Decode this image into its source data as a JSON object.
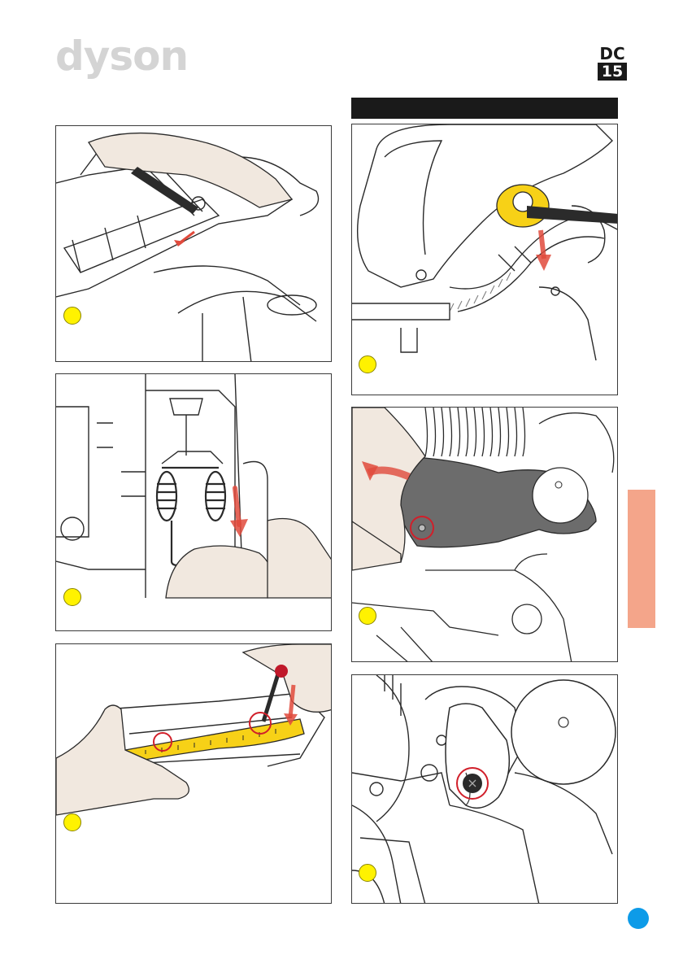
{
  "brand": {
    "logo_text": "dyson",
    "logo_color": "#d4d4d4"
  },
  "model": {
    "line1": "DC",
    "line2": "15"
  },
  "colors": {
    "section_bar": "#1a1a1a",
    "step_marker": "#fff200",
    "side_tab": "#f4a58a",
    "page_marker": "#0d9be8",
    "highlight_circle": "#d11f2a",
    "arrow": "#e04a3c",
    "part_yellow": "#f7d117"
  },
  "panels": [
    {
      "id": "left-1",
      "illustration": "pliers-removing-clip"
    },
    {
      "id": "left-2",
      "illustration": "hand-pulling-spring"
    },
    {
      "id": "left-3",
      "illustration": "screwdriver-yellow-bar"
    },
    {
      "id": "right-1",
      "illustration": "wrench-yellow-nut"
    },
    {
      "id": "right-2",
      "illustration": "hand-rotating-arm"
    },
    {
      "id": "right-3",
      "illustration": "screw-highlight"
    }
  ]
}
